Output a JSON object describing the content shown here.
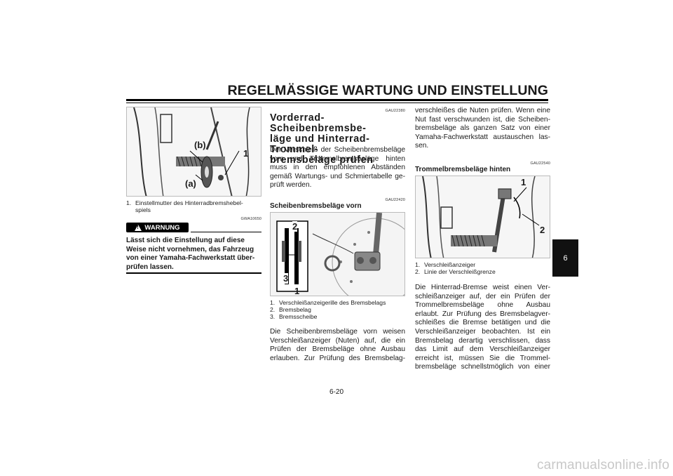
{
  "header": {
    "title": "REGELMÄSSIGE WARTUNG UND EINSTELLUNG"
  },
  "side_tab": {
    "label": "6"
  },
  "left_column": {
    "figure_labels": {
      "a": "(a)",
      "b": "(b)",
      "n1": "1"
    },
    "caption": [
      {
        "num": "1.",
        "text": "Einstellmutter des Hinterradbremshebel-"
      },
      {
        "num": "",
        "text": "spiels"
      }
    ],
    "warning_code": "GWA10650",
    "warning_label": "WARNUNG",
    "warning_lines": [
      "Lässt sich die Einstellung auf diese",
      "Weise nicht vornehmen, das Fahrzeug",
      "von einer Yamaha-Fachwerkstatt über-",
      "prüfen lassen."
    ]
  },
  "middle_column": {
    "section_code": "GAU22380",
    "section_title_lines": [
      "Vorderrad-Scheibenbremsbe-",
      "läge und Hinterrad-Trommel-",
      "bremsbeläge prüfen"
    ],
    "intro_lines": [
      "Der Verschleiß der Scheibenbremsbeläge",
      "vorn und Trommelbremsbeläge hinten",
      "muss in den empfohlenen Abständen",
      "gemäß Wartungs- und Schmiertabelle ge-",
      "prüft werden."
    ],
    "sub_code": "GAU22420",
    "sub_title": "Scheibenbremsbeläge vorn",
    "figure_labels": {
      "n1": "1",
      "n2": "2",
      "n3": "3"
    },
    "caption": [
      {
        "num": "1.",
        "text": "Verschleißanzeigerille des Bremsbelags"
      },
      {
        "num": "2.",
        "text": "Bremsbelag"
      },
      {
        "num": "3.",
        "text": "Bremsscheibe"
      }
    ],
    "body_lines": [
      "Die Scheibenbremsbeläge vorn weisen",
      "Verschleißanzeiger (Nuten) auf, die ein",
      "Prüfen der Bremsbeläge ohne Ausbau",
      "erlauben. Zur Prüfung des Bremsbelag-"
    ]
  },
  "right_column": {
    "top_lines": [
      "verschleißes die Nuten prüfen. Wenn eine",
      "Nut fast verschwunden ist, die Scheiben-",
      "bremsbeläge als ganzen Satz von einer",
      "Yamaha-Fachwerkstatt austauschen las-",
      "sen."
    ],
    "sub_code": "GAU22540",
    "sub_title": "Trommelbremsbeläge hinten",
    "figure_labels": {
      "n1": "1",
      "n2": "2"
    },
    "caption": [
      {
        "num": "1.",
        "text": "Verschleißanzeiger"
      },
      {
        "num": "2.",
        "text": "Linie der Verschleißgrenze"
      }
    ],
    "body_lines": [
      "Die Hinterrad-Bremse weist einen Ver-",
      "schleißanzeiger auf, der ein Prüfen der",
      "Trommelbremsbeläge ohne Ausbau",
      "erlaubt. Zur Prüfung des Bremsbelagver-",
      "schleißes die Bremse betätigen und die",
      "Verschleißanzeiger beobachten. Ist ein",
      "Bremsbelag derartig verschlissen, dass",
      "das Limit auf dem Verschleißanzeiger",
      "erreicht ist, müssen Sie die Trommel-",
      "bremsbeläge schnellstmöglich von einer"
    ]
  },
  "footer": {
    "page_number": "6-20"
  },
  "watermark": {
    "text": "carmanualsonline.info"
  }
}
